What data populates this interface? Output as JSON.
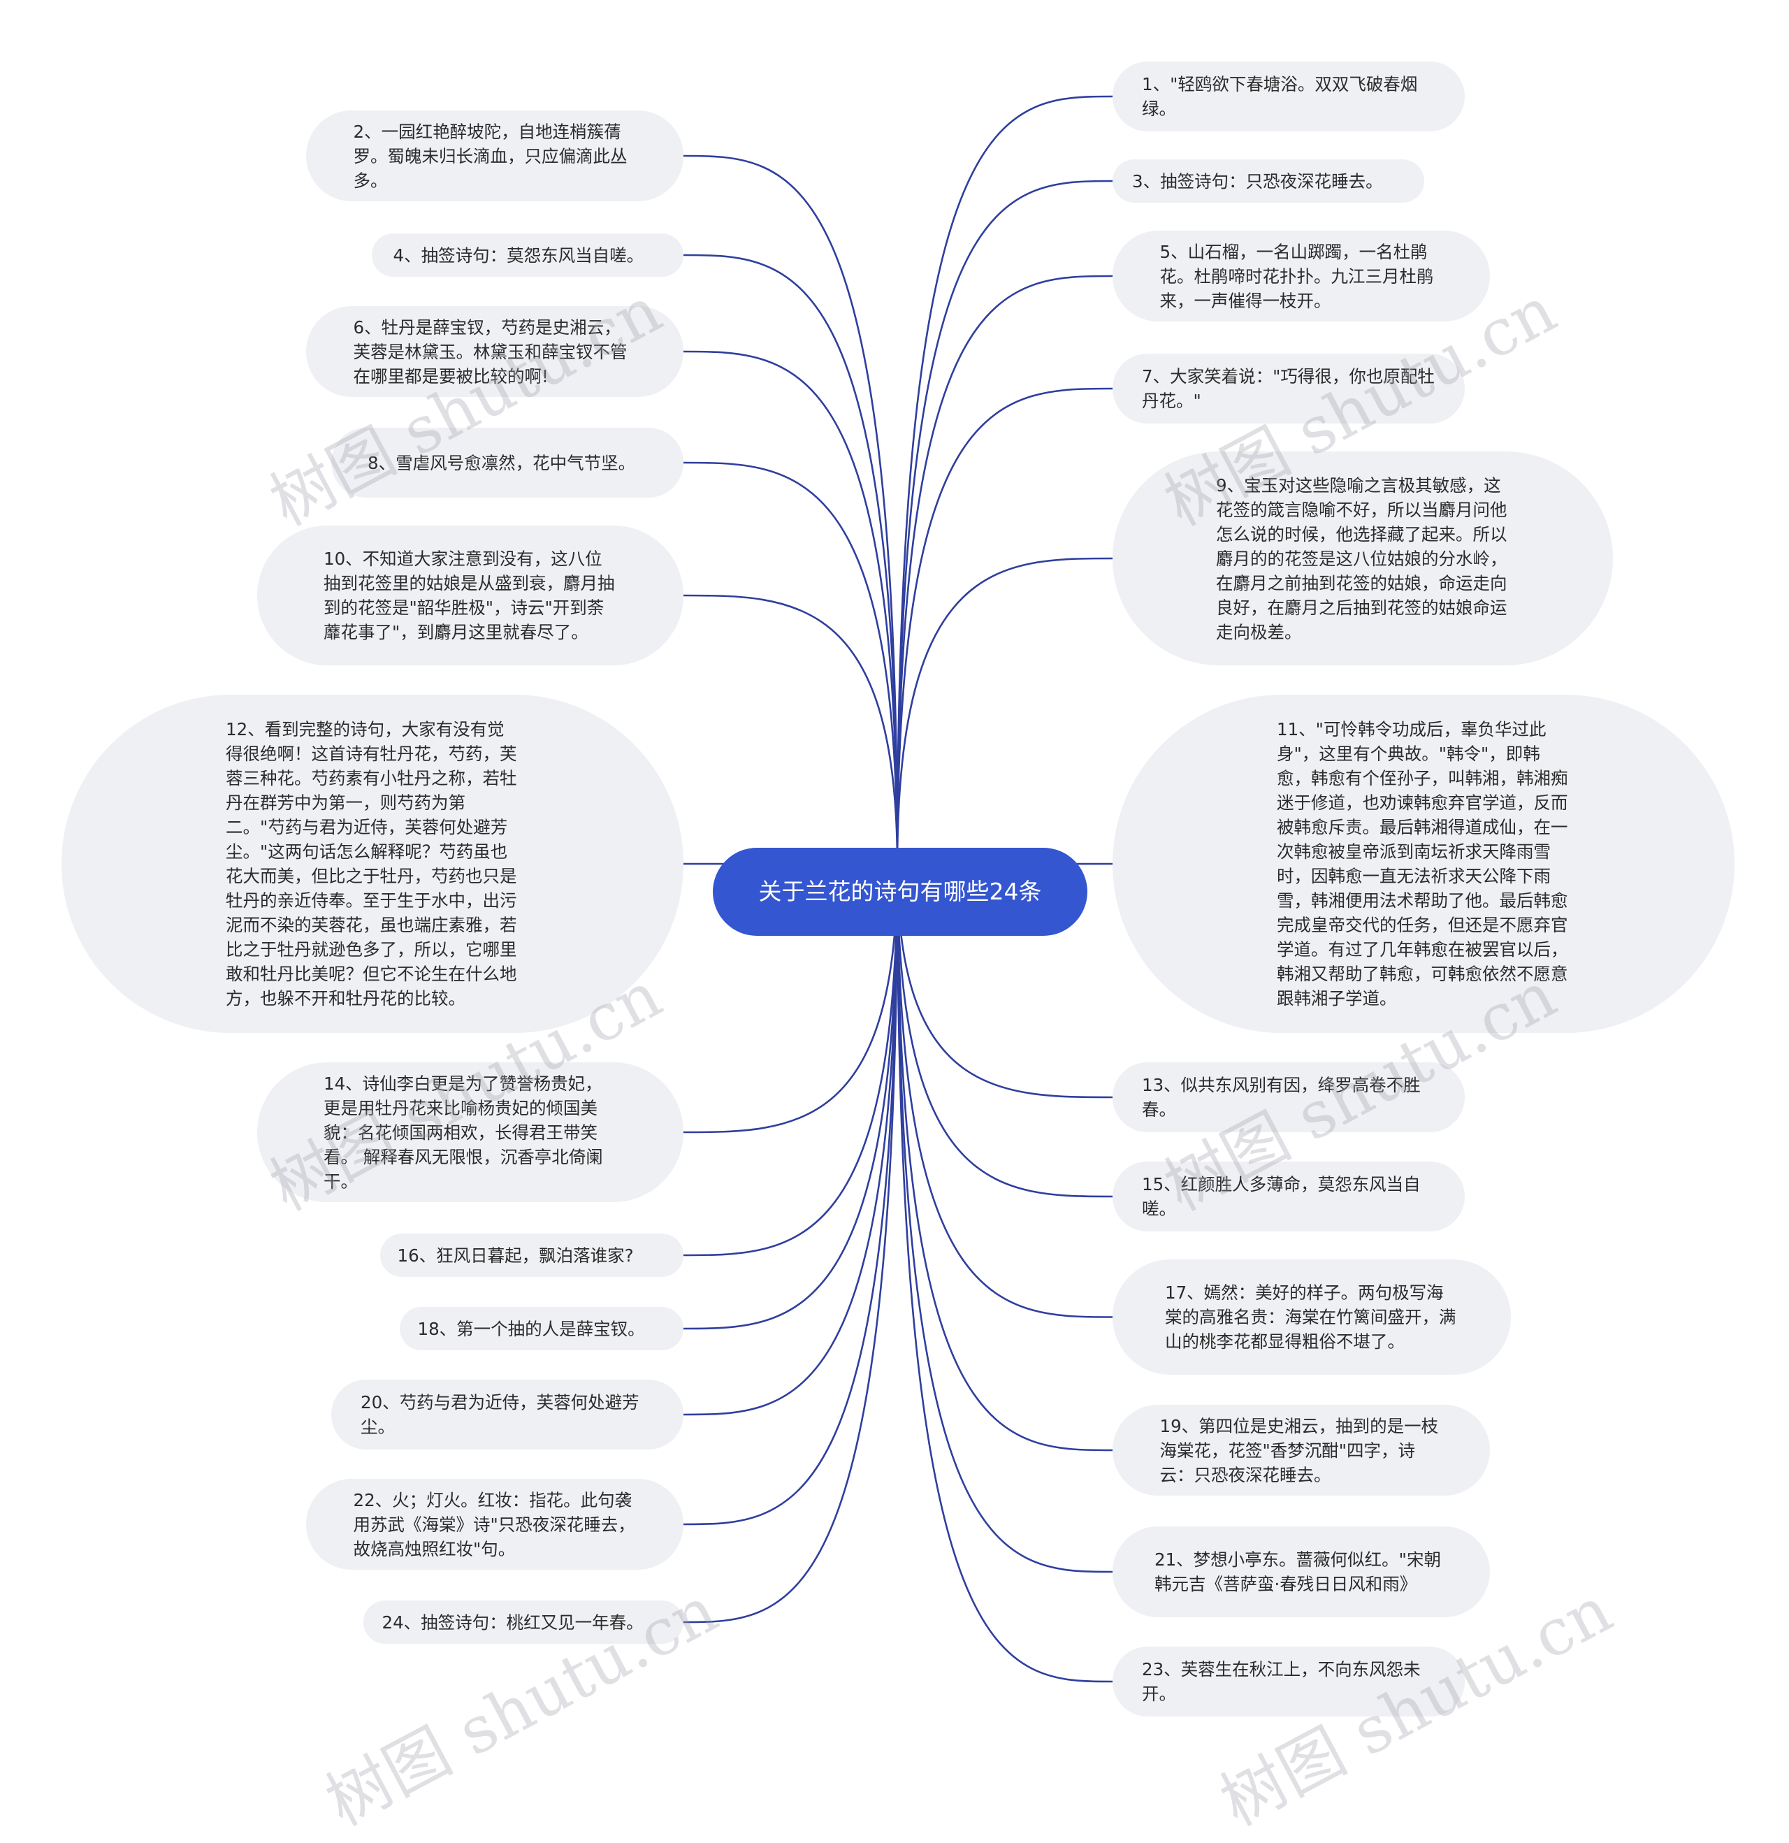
{
  "root": {
    "title": "关于兰花的诗句有哪些24条"
  },
  "watermark": "树图 shutu.cn",
  "colors": {
    "root": "#3456d0",
    "line": "#2f3f9e",
    "node_bg": "#eef0f4"
  },
  "left_nodes": [
    {
      "text": "2、一园红艳醉坡陀，自地连梢簇蒨罗。蜀魄未归长滴血，只应偏滴此丛多。"
    },
    {
      "text": "4、抽签诗句：莫怨东风当自嗟。"
    },
    {
      "text": "6、牡丹是薛宝钗，芍药是史湘云，芙蓉是林黛玉。林黛玉和薛宝钗不管在哪里都是要被比较的啊!"
    },
    {
      "text": "8、雪虐风号愈凛然，花中气节坚。"
    },
    {
      "text": "10、不知道大家注意到没有，这八位抽到花签里的姑娘是从盛到衰，麝月抽到的花签是\"韶华胜极\"，诗云\"开到荼蘼花事了\"，到麝月这里就春尽了。"
    },
    {
      "text": "12、看到完整的诗句，大家有没有觉得很绝啊！这首诗有牡丹花，芍药，芙蓉三种花。芍药素有小牡丹之称，若牡丹在群芳中为第一，则芍药为第二。\"芍药与君为近侍，芙蓉何处避芳尘。\"这两句话怎么解释呢？芍药虽也花大而美，但比之于牡丹，芍药也只是牡丹的亲近侍奉。至于生于水中，出污泥而不染的芙蓉花，虽也端庄素雅，若比之于牡丹就逊色多了，所以，它哪里敢和牡丹比美呢？但它不论生在什么地方，也躲不开和牡丹花的比较。"
    },
    {
      "text": "14、诗仙李白更是为了赞誉杨贵妃，更是用牡丹花来比喻杨贵妃的倾国美貌：名花倾国两相欢，长得君王带笑看。 解释春风无限恨，沉香亭北倚阑干。"
    },
    {
      "text": "16、狂风日暮起，飘泊落谁家?"
    },
    {
      "text": "18、第一个抽的人是薛宝钗。"
    },
    {
      "text": "20、芍药与君为近侍，芙蓉何处避芳尘。"
    },
    {
      "text": "22、火；灯火。红妆：指花。此句袭用苏武《海棠》诗\"只恐夜深花睡去，故烧高烛照红妆\"句。"
    },
    {
      "text": "24、抽签诗句：桃红又见一年春。"
    }
  ],
  "right_nodes": [
    {
      "text": "1、\"轻鸥欲下春塘浴。双双飞破春烟绿。"
    },
    {
      "text": "3、抽签诗句：只恐夜深花睡去。"
    },
    {
      "text": "5、山石榴，一名山踯躅，一名杜鹃花。杜鹃啼时花扑扑。九江三月杜鹃来，一声催得一枝开。"
    },
    {
      "text": "7、大家笑着说：\"巧得很，你也原配牡丹花。\""
    },
    {
      "text": "9、宝玉对这些隐喻之言极其敏感，这花签的箴言隐喻不好，所以当麝月问他怎么说的时候，他选择藏了起来。所以麝月的的花签是这八位姑娘的分水岭，在麝月之前抽到花签的姑娘，命运走向良好，在麝月之后抽到花签的姑娘命运走向极差。"
    },
    {
      "text": "11、\"可怜韩令功成后，辜负华过此身\"，这里有个典故。\"韩令\"，即韩愈，韩愈有个侄孙子，叫韩湘，韩湘痴迷于修道，也劝谏韩愈弃官学道，反而被韩愈斥责。最后韩湘得道成仙，在一次韩愈被皇帝派到南坛祈求天降雨雪时，因韩愈一直无法祈求天公降下雨雪，韩湘便用法术帮助了他。最后韩愈完成皇帝交代的任务，但还是不愿弃官学道。有过了几年韩愈在被罢官以后，韩湘又帮助了韩愈，可韩愈依然不愿意跟韩湘子学道。"
    },
    {
      "text": "13、似共东风别有因，绛罗高卷不胜春。"
    },
    {
      "text": "15、红颜胜人多薄命，莫怨东风当自嗟。"
    },
    {
      "text": "17、嫣然：美好的样子。两句极写海棠的高雅名贵：海棠在竹篱间盛开，满山的桃李花都显得粗俗不堪了。"
    },
    {
      "text": "19、第四位是史湘云，抽到的是一枝海棠花，花签\"香梦沉酣\"四字，诗云：只恐夜深花睡去。"
    },
    {
      "text": "21、梦想小亭东。蔷薇何似红。\"宋朝 韩元吉《菩萨蛮·春残日日风和雨》"
    },
    {
      "text": "23、芙蓉生在秋江上，不向东风怨未开。"
    }
  ]
}
